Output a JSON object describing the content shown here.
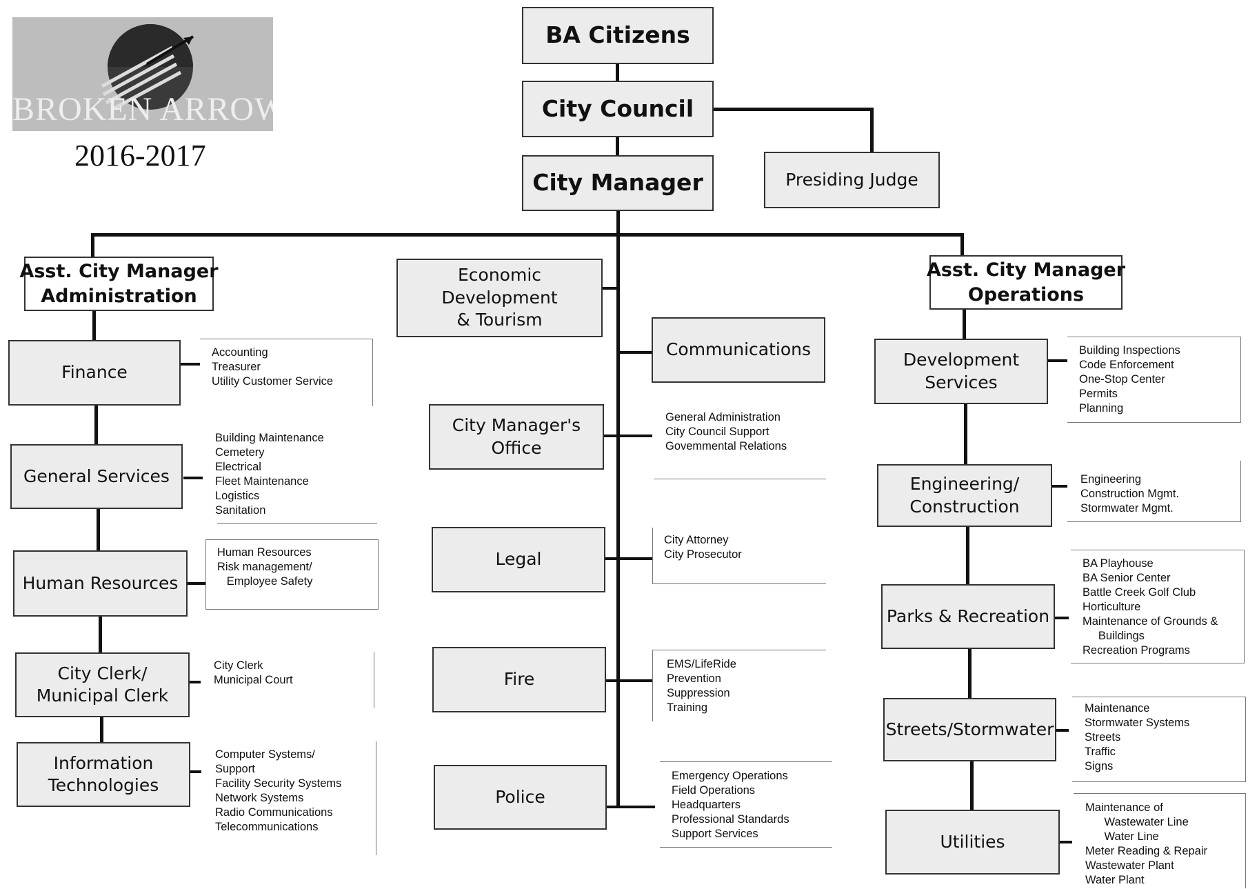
{
  "logo": {
    "text": "BROKEN ARROW",
    "year": "2016-2017"
  },
  "top": {
    "citizens": "BA Citizens",
    "council": "City Council",
    "manager": "City Manager",
    "judge": "Presiding Judge"
  },
  "admin": {
    "head": "Asst. City Manager\nAdministration",
    "depts": [
      {
        "name": "Finance",
        "items": "Accounting\nTreasurer\nUtility Customer Service"
      },
      {
        "name": "General Services",
        "items": "Building Maintenance\nCemetery\nElectrical\nFleet Maintenance\nLogistics\nSanitation"
      },
      {
        "name": "Human Resources",
        "items": "Human Resources\nRisk management/\n   Employee Safety"
      },
      {
        "name": "City Clerk/\nMunicipal Clerk",
        "items": "City Clerk\nMunicipal Court"
      },
      {
        "name": "Information\nTechnologies",
        "items": "Computer Systems/\nSupport\nFacility Security Systems\nNetwork Systems\nRadio Communications\nTelecommunications"
      }
    ]
  },
  "center": {
    "econ": "Economic\nDevelopment\n& Tourism",
    "comm": "Communications",
    "cmo": {
      "name": "City Manager's\nOffice",
      "items": "General Administration\nCity Council Support\nGovemmental Relations"
    },
    "legal": {
      "name": "Legal",
      "items": "City Attorney\nCity Prosecutor"
    },
    "fire": {
      "name": "Fire",
      "items": "EMS/LifeRide\nPrevention\nSuppression\nTraining"
    },
    "police": {
      "name": "Police",
      "items": "Emergency Operations\nField Operations\nHeadquarters\nProfessional Standards\nSupport Services"
    }
  },
  "ops": {
    "head": "Asst. City Manager\nOperations",
    "depts": [
      {
        "name": "Development\nServices",
        "items": "Building Inspections\nCode Enforcement\nOne-Stop Center\nPermits\nPlanning"
      },
      {
        "name": "Engineering/\nConstruction",
        "items": "Engineering\nConstruction Mgmt.\nStormwater Mgmt."
      },
      {
        "name": "Parks & Recreation",
        "items": "BA Playhouse\nBA Senior Center\nBattle Creek Golf Club\nHorticulture\nMaintenance of Grounds &\n     Buildings\nRecreation Programs"
      },
      {
        "name": "Streets/Stormwater",
        "items": "Maintenance\nStormwater Systems\nStreets\nTraffic\nSigns"
      },
      {
        "name": "Utilities",
        "items": "Maintenance of\n      Wastewater Line\n      Water Line\nMeter Reading & Repair\nWastewater Plant\nWater Plant"
      }
    ]
  }
}
